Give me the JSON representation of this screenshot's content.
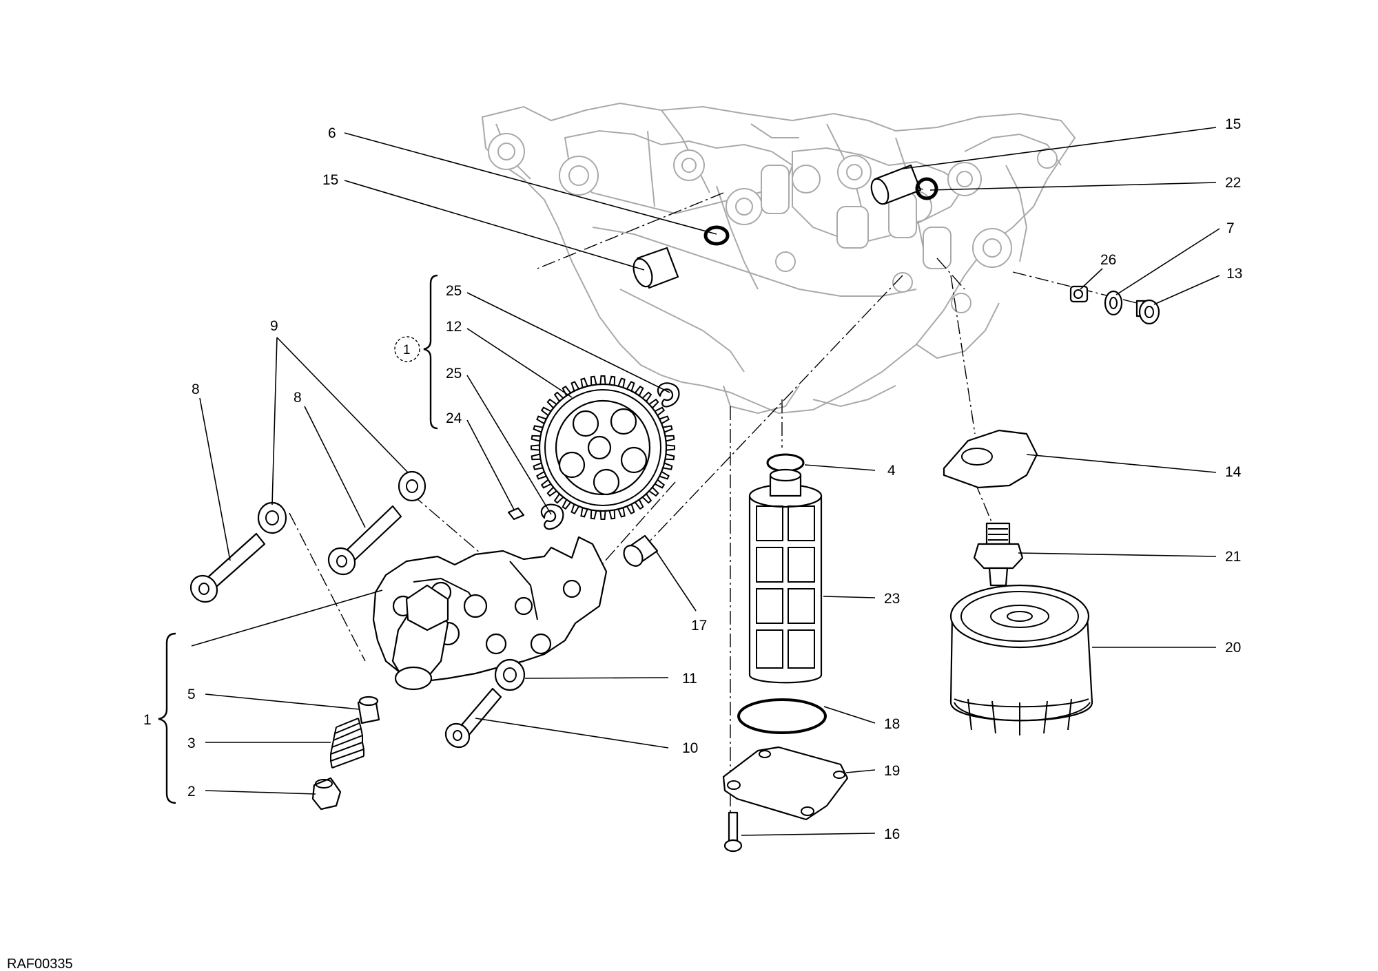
{
  "drawing_ref": "RAF00335",
  "callouts": {
    "c6": "6",
    "c15a": "15",
    "c15b": "15",
    "c22": "22",
    "c26": "26",
    "c7": "7",
    "c13": "13",
    "c25a": "25",
    "c12": "12",
    "c25b": "25",
    "c24": "24",
    "c1sub": "1",
    "c9": "9",
    "c8a": "8",
    "c8b": "8",
    "c4": "4",
    "c14": "14",
    "c21": "21",
    "c23": "23",
    "c20": "20",
    "c17": "17",
    "c11": "11",
    "c10": "10",
    "c18": "18",
    "c19": "19",
    "c16": "16",
    "c1": "1",
    "c5": "5",
    "c3": "3",
    "c2": "2"
  }
}
